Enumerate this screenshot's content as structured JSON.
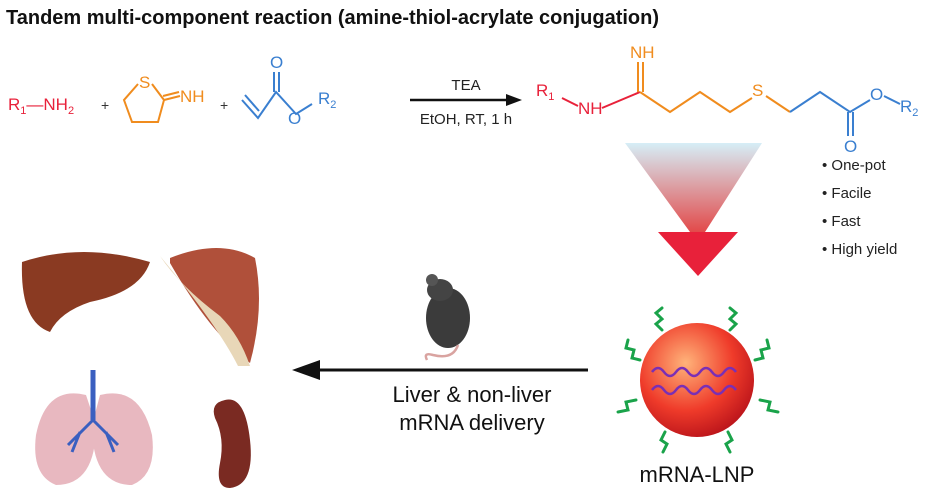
{
  "title": "Tandem multi-component reaction (amine-thiol-acrylate conjugation)",
  "reactants": {
    "amine": {
      "r": "R",
      "r_sub": "1",
      "dash": "—NH",
      "nh_sub": "2"
    },
    "thiolactone": {
      "s": "S",
      "nh": "NH"
    },
    "acrylate": {
      "o_carbonyl": "O",
      "o_ester": "O",
      "r": "R",
      "r_sub": "2"
    },
    "plus": "+"
  },
  "conditions": {
    "above": "TEA",
    "below": "EtOH, RT, 1 h"
  },
  "product": {
    "r": "R",
    "r_sub": "1",
    "nh": "NH",
    "imine": "NH",
    "s": "S",
    "o_ester": "O",
    "o_carbonyl": "O",
    "r2": "R",
    "r2_sub": "2"
  },
  "features": [
    "One-pot",
    "Facile",
    "Fast",
    "High yield"
  ],
  "delivery_label": [
    "Liver & non-liver",
    "mRNA delivery"
  ],
  "lnp_label": "mRNA-LNP",
  "colors": {
    "amine": "#e8213a",
    "thiolactone": "#f08c1e",
    "acrylate": "#3a7fd0",
    "lnp": "#e8213a",
    "peg": "#1aa34a",
    "mrna": "#7a2fb5"
  }
}
